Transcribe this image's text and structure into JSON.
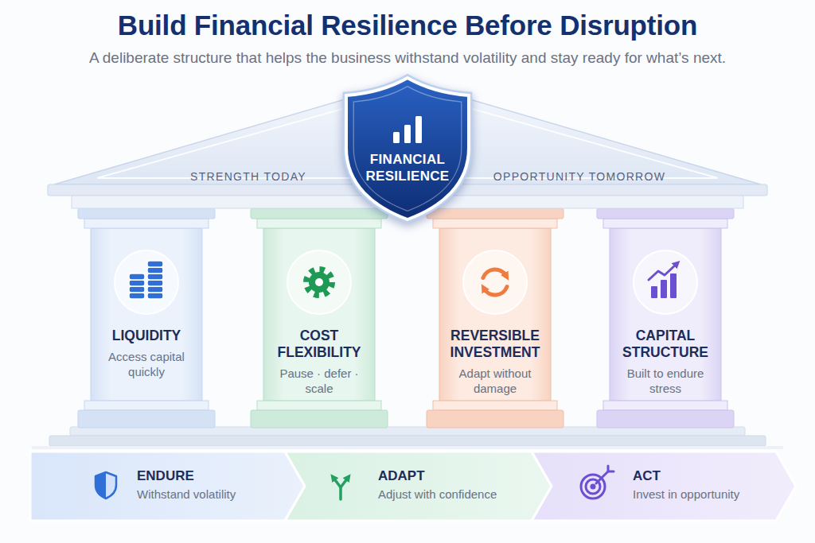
{
  "diagram": {
    "title": "Build Financial Resilience Before Disruption",
    "caption": "A deliberate structure that helps the business withstand volatility and stay ready for what’s next.",
    "nodes": [
      {
        "text": [
          "STRENGTH TODAY",
          "OPPORTUNITY TOMORROW"
        ]
      },
      {
        "text": [
          "FINANCIAL RESILIENCE"
        ],
        "in": 0
      },
      {
        "text": [
          "LIQUIDITY",
          "Access capital quickly"
        ]
      },
      {
        "text": [
          "COST FLEXIBILITY",
          "Pause · defer · scale"
        ]
      },
      {
        "text": [
          "REVERSIBLE INVESTMENT",
          "Adapt without damage"
        ]
      },
      {
        "text": [
          "CAPITAL STRUCTURE",
          "Built to endure stress"
        ]
      },
      {
        "text": [
          "ENDURE",
          "Withstand volatility"
        ]
      },
      {
        "text": [
          "ADAPT",
          "Adjust with confidence"
        ]
      },
      {
        "text": [
          "ACT",
          "Invest in opportunity"
        ]
      }
    ]
  }
}
